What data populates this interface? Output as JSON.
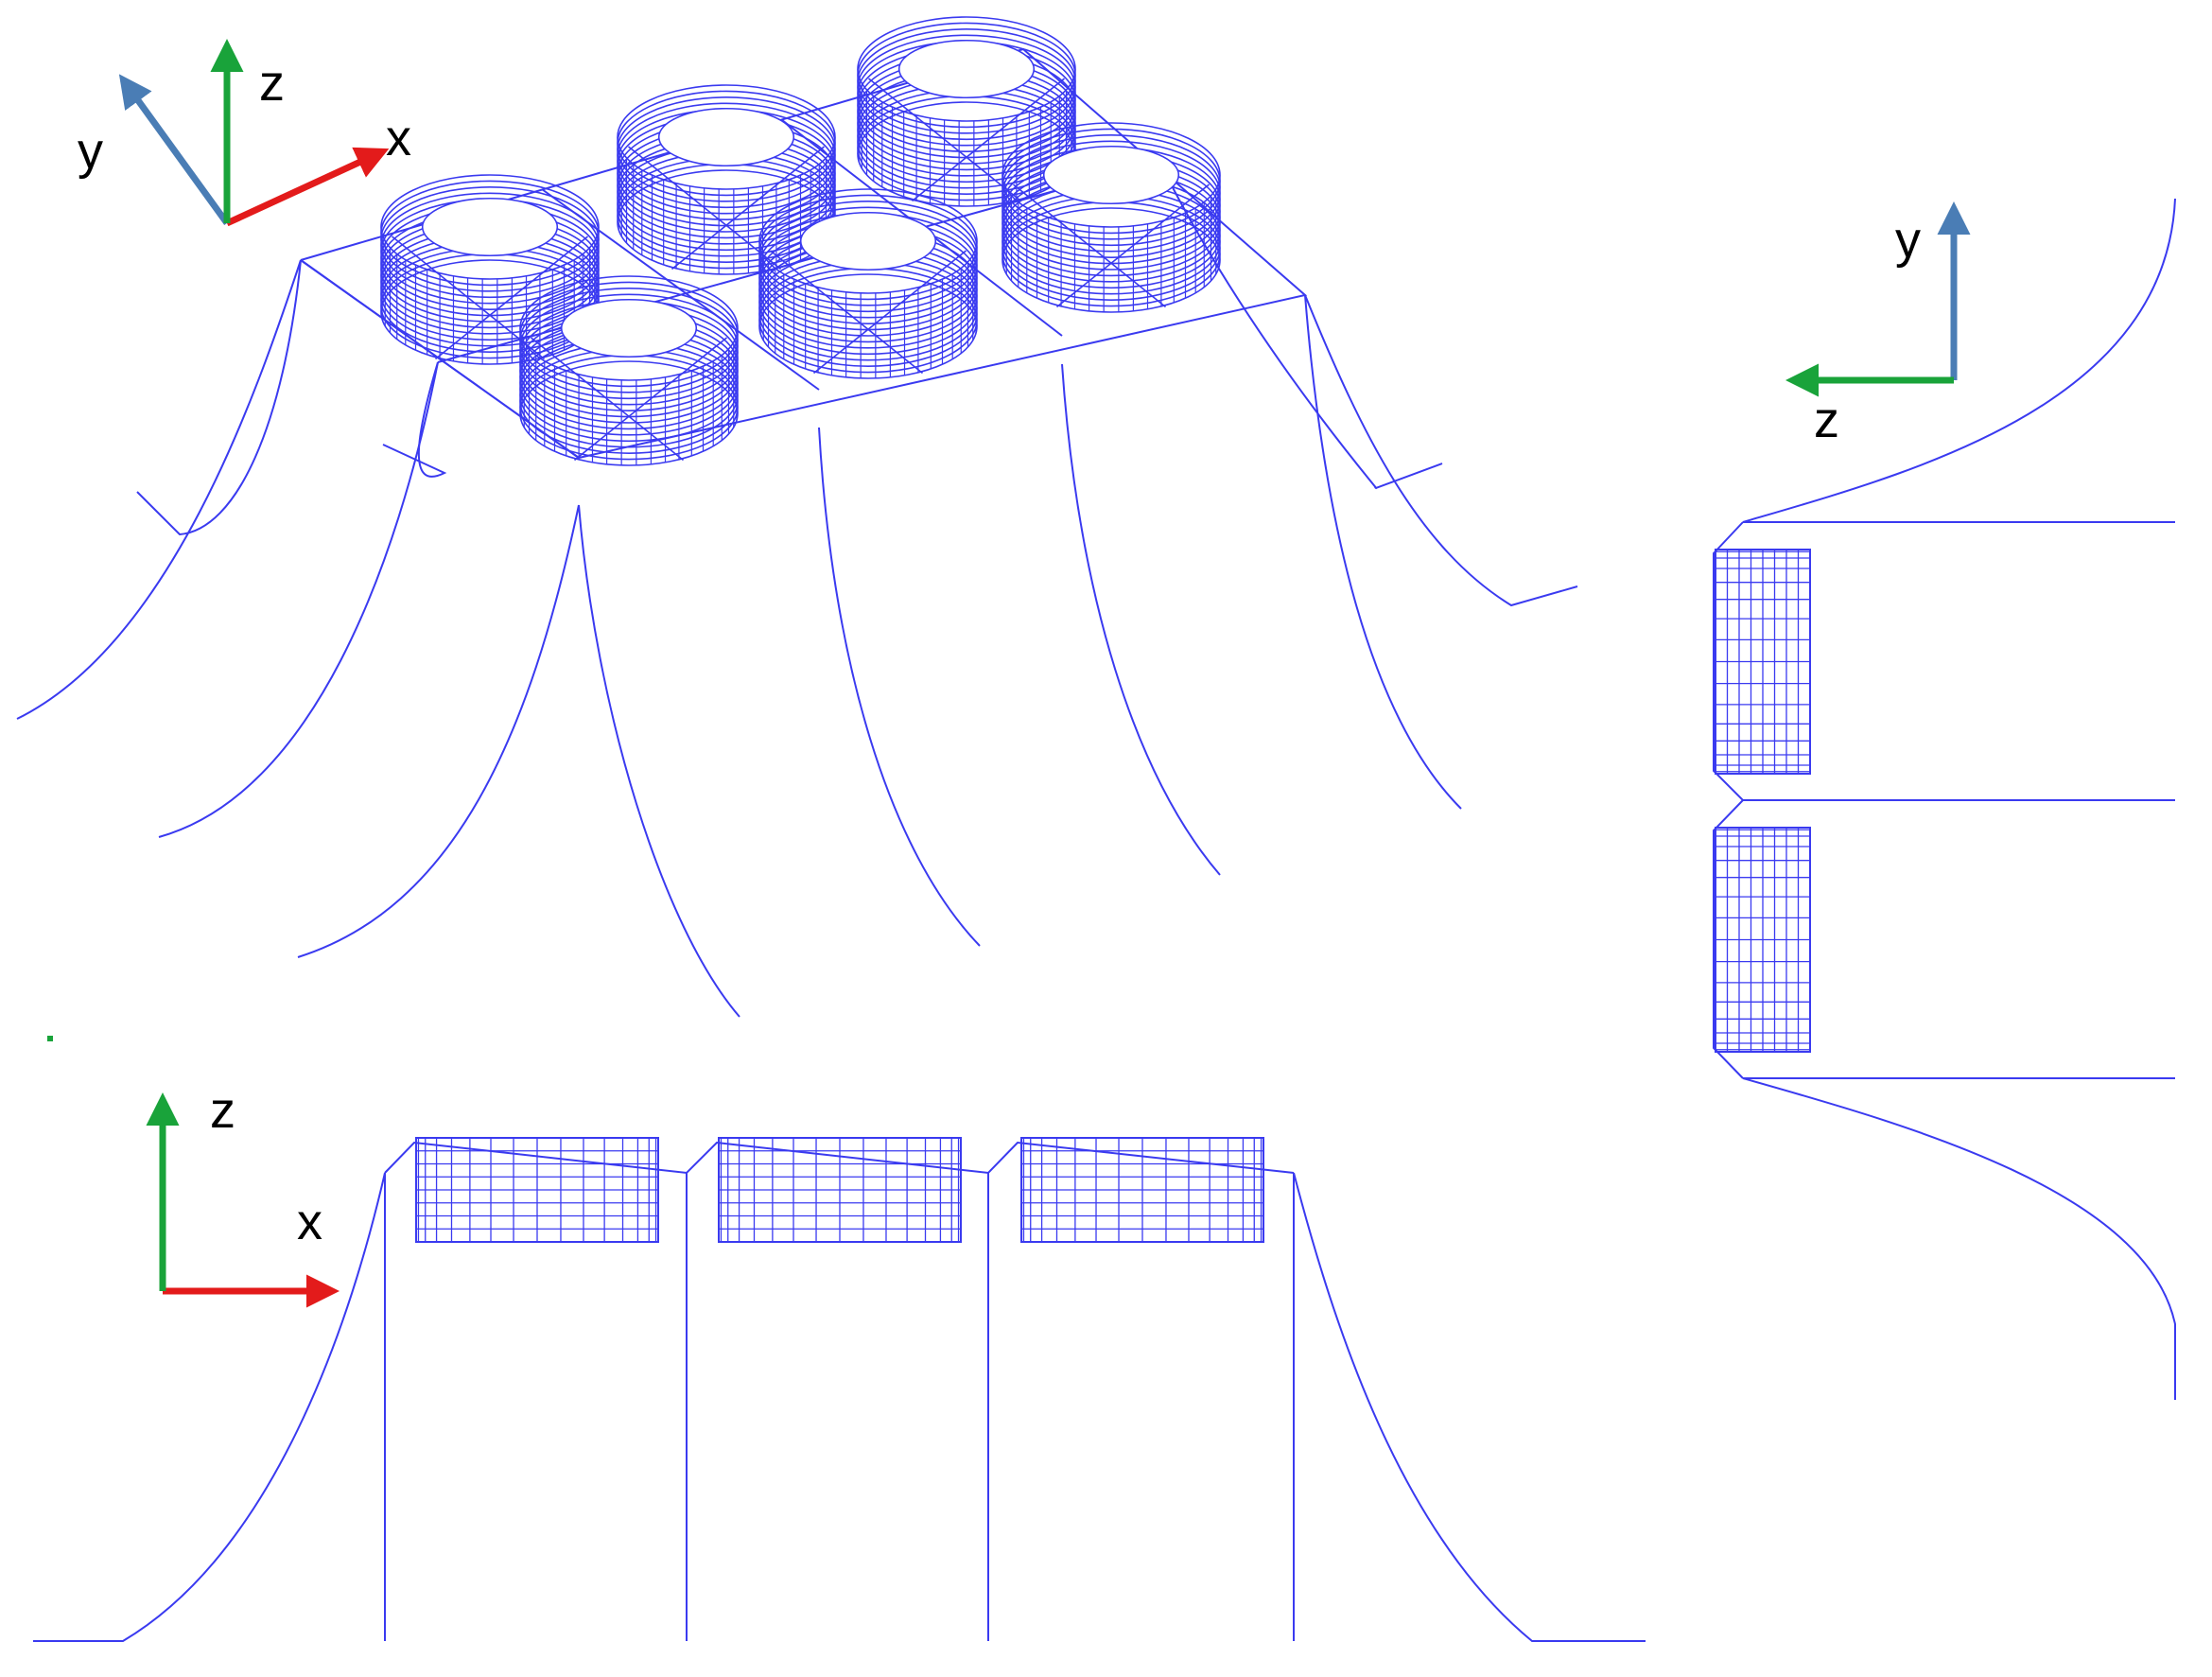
{
  "colors": {
    "wire": "#3a3af0",
    "axis_x": "#e31b1b",
    "axis_y": "#4a7db5",
    "axis_z": "#19a33a",
    "label": "#000000",
    "background": "#ffffff"
  },
  "views": {
    "isometric": {
      "axes": {
        "x_label": "x",
        "y_label": "y",
        "z_label": "z"
      },
      "cylinder_count": 6
    },
    "side": {
      "axes": {
        "x_label": "x",
        "z_label": "z"
      },
      "cylinder_count": 3
    },
    "top": {
      "axes": {
        "y_label": "y",
        "z_label": "z"
      },
      "cylinder_count": 2
    }
  }
}
